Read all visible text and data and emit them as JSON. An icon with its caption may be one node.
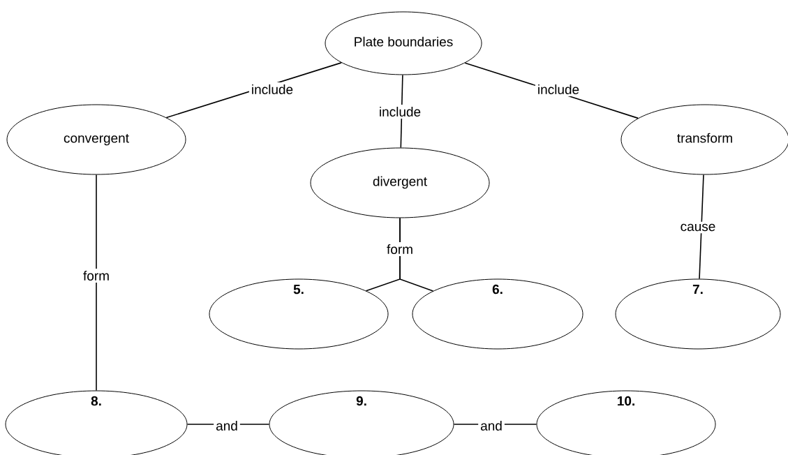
{
  "diagram": {
    "nodes": [
      {
        "text": [
          "Plate boundaries"
        ]
      },
      {
        "text": [
          "convergent"
        ]
      },
      {
        "text": [
          "divergent"
        ]
      },
      {
        "text": [
          "transform"
        ]
      },
      {
        "text": [
          "5."
        ]
      },
      {
        "text": [
          "6."
        ]
      },
      {
        "text": [
          "7."
        ]
      },
      {
        "text": [
          "8."
        ]
      },
      {
        "text": [
          "9."
        ]
      },
      {
        "text": [
          "10."
        ]
      }
    ],
    "edges": [
      {
        "from": 0,
        "to": 1,
        "arrow": "none",
        "label": "include"
      },
      {
        "from": 0,
        "to": 2,
        "arrow": "none",
        "label": "include"
      },
      {
        "from": 0,
        "to": 3,
        "arrow": "none",
        "label": "include"
      },
      {
        "from": 1,
        "to": 7,
        "arrow": "none",
        "label": "form"
      },
      {
        "from": 2,
        "to": 4,
        "arrow": "none",
        "label": "form"
      },
      {
        "from": 2,
        "to": 5,
        "arrow": "none"
      },
      {
        "from": 3,
        "to": 6,
        "arrow": "none",
        "label": "cause"
      },
      {
        "from": 7,
        "to": 8,
        "arrow": "none",
        "label": "and"
      },
      {
        "from": 8,
        "to": 9,
        "arrow": "none",
        "label": "and"
      }
    ]
  }
}
